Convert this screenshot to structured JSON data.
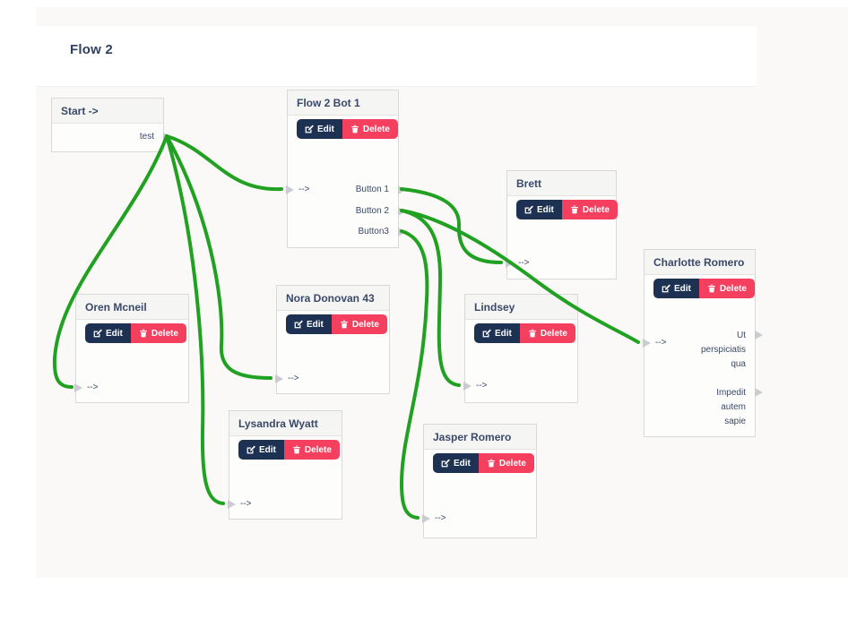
{
  "page": {
    "title": "Flow 2"
  },
  "colors": {
    "edge": "#21a121",
    "edit_bg": "#1d3152",
    "delete_bg": "#f43f5e"
  },
  "buttons": {
    "edit": "Edit",
    "delete": "Delete"
  },
  "ports": {
    "input_label": "-->"
  },
  "nodes": [
    {
      "id": "start",
      "title": "Start ->",
      "has_buttons": false,
      "has_input": false,
      "outputs": [
        {
          "id": "test",
          "label": "test"
        }
      ]
    },
    {
      "id": "bot",
      "title": "Flow 2 Bot 1",
      "has_buttons": true,
      "has_input": true,
      "outputs": [
        {
          "id": "b1",
          "label": "Button 1"
        },
        {
          "id": "b2",
          "label": "Button 2"
        },
        {
          "id": "b3",
          "label": "Button3"
        }
      ]
    },
    {
      "id": "brett",
      "title": "Brett",
      "has_buttons": true,
      "has_input": true,
      "outputs": []
    },
    {
      "id": "charlotte",
      "title": "Charlotte Romero",
      "has_buttons": true,
      "has_input": true,
      "outputs": [
        {
          "id": "o1",
          "label": "Ut\nperspiciatis\nqua"
        },
        {
          "id": "o2",
          "label": "Impedit\nautem\nsapie"
        }
      ]
    },
    {
      "id": "oren",
      "title": "Oren Mcneil",
      "has_buttons": true,
      "has_input": true,
      "outputs": []
    },
    {
      "id": "nora",
      "title": "Nora Donovan 43",
      "has_buttons": true,
      "has_input": true,
      "outputs": []
    },
    {
      "id": "lindsey",
      "title": "Lindsey",
      "has_buttons": true,
      "has_input": true,
      "outputs": []
    },
    {
      "id": "lysandra",
      "title": "Lysandra Wyatt",
      "has_buttons": true,
      "has_input": true,
      "outputs": []
    },
    {
      "id": "jasper",
      "title": "Jasper Romero",
      "has_buttons": true,
      "has_input": true,
      "outputs": []
    }
  ],
  "connections": [
    {
      "from": "start.test",
      "to": "bot.in"
    },
    {
      "from": "start.test",
      "to": "oren.in"
    },
    {
      "from": "start.test",
      "to": "nora.in"
    },
    {
      "from": "start.test",
      "to": "lysandra.in"
    },
    {
      "from": "bot.b1",
      "to": "brett.in"
    },
    {
      "from": "bot.b2",
      "to": "charlotte.in"
    },
    {
      "from": "bot.b2",
      "to": "lindsey.in"
    },
    {
      "from": "bot.b3",
      "to": "jasper.in"
    }
  ]
}
